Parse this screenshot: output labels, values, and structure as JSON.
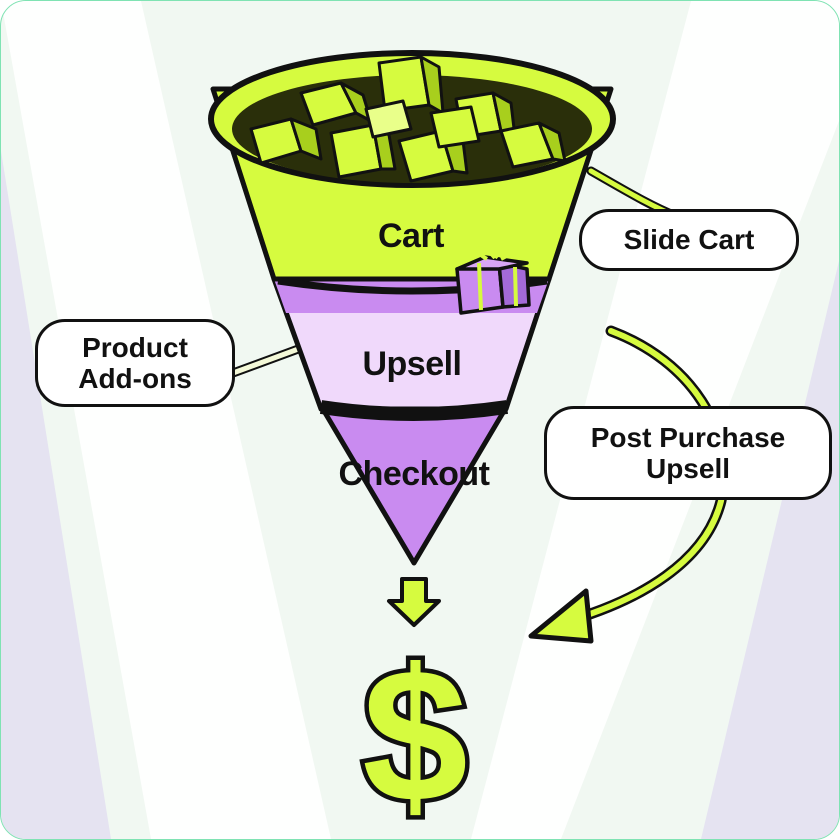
{
  "funnel": {
    "stages": [
      {
        "label": "Cart"
      },
      {
        "label": "Upsell"
      },
      {
        "label": "Checkout"
      }
    ]
  },
  "callouts": {
    "slide_cart": {
      "line1": "Slide Cart"
    },
    "product_addons": {
      "line1": "Product",
      "line2": "Add-ons"
    },
    "post_purchase": {
      "line1": "Post Purchase",
      "line2": "Upsell"
    }
  },
  "result_symbol": "$",
  "colors": {
    "lime": "#d6fb3f",
    "lavender": "#c98bf0",
    "pale_lavender": "#f0d9fb",
    "outline": "#111111",
    "background": "#f1f8f2",
    "background_stripe": "#e5e3f1"
  },
  "icons": [
    "product-box-icon",
    "gift-icon",
    "down-arrow-icon",
    "dollar-sign-icon",
    "curved-arrow-icon"
  ]
}
